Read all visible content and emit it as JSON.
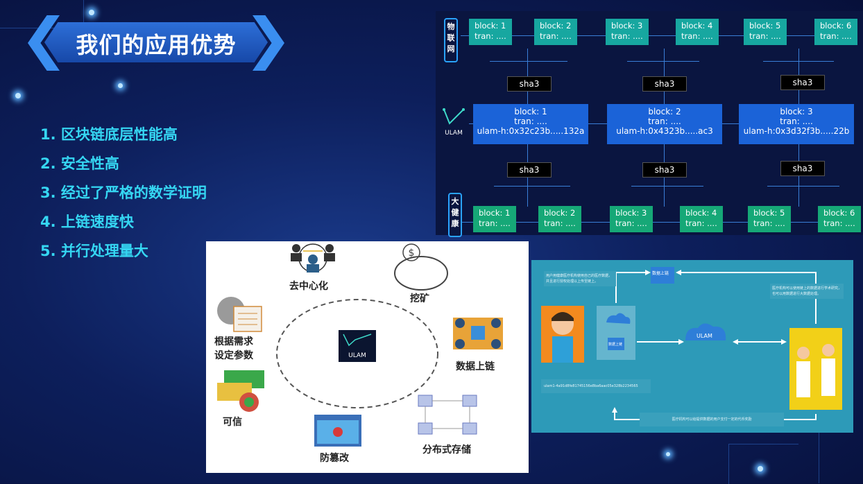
{
  "title": "我们的应用优势",
  "advantages": [
    "1.  区块链底层性能高",
    "2.  安全性高",
    "3.  经过了严格的数学证明",
    "4.  上链速度快",
    "5.  并行处理量大"
  ],
  "chain_diagram": {
    "iot_tag": "物联网",
    "health_tag": "大健康",
    "sha_label": "sha3",
    "logo_text": "ULAM",
    "iot_blocks": [
      {
        "block": "block: 1",
        "tran": "tran: ...."
      },
      {
        "block": "block: 2",
        "tran": "tran: ...."
      },
      {
        "block": "block: 3",
        "tran": "tran: ...."
      },
      {
        "block": "block: 4",
        "tran": "tran: ...."
      },
      {
        "block": "block: 5",
        "tran": "tran: ...."
      },
      {
        "block": "block: 6",
        "tran": "tran: ...."
      }
    ],
    "ulam_blocks": [
      {
        "block": "block: 1",
        "tran": "tran: ....",
        "hash": "ulam-h:0x32c23b.....132a"
      },
      {
        "block": "block: 2",
        "tran": "tran: ....",
        "hash": "ulam-h:0x4323b.....ac3"
      },
      {
        "block": "block: 3",
        "tran": "tran: ....",
        "hash": "ulam-h:0x3d32f3b.....22b"
      }
    ],
    "health_blocks": [
      {
        "block": "block: 1",
        "tran": "tran: ...."
      },
      {
        "block": "block: 2",
        "tran": "tran: ...."
      },
      {
        "block": "block: 3",
        "tran": "tran: ...."
      },
      {
        "block": "block: 4",
        "tran": "tran: ...."
      },
      {
        "block": "block: 5",
        "tran": "tran: ...."
      },
      {
        "block": "block: 6",
        "tran": "tran: ...."
      }
    ]
  },
  "features": {
    "center_logo": "ULAM",
    "decentralized": "去中心化",
    "mining": "挖矿",
    "params_line1": "根据需求",
    "params_line2": "设定参数",
    "data_onchain": "数据上链",
    "trusted": "可信",
    "tamper_proof": "防篡改",
    "distributed_storage": "分布式存储"
  },
  "flow": {
    "ulam_label": "ULAM",
    "data_chain_label": "数据上链",
    "upload_label": "数据上链",
    "note_user": "用户用健康医疗机构使用自己的医疗数据，并且进行授权处理以上传至链上。",
    "note_hospital": "医疗机构可以使用链上的数据进行学术研究，也可以用数据进行大数据处理。",
    "hash_text": "ulam1-4a91d8fe81745156e8ba6aac05e328b2234565",
    "note_reward": "医疗机构可以给提供数据的用户支付一定的代币奖励"
  }
}
